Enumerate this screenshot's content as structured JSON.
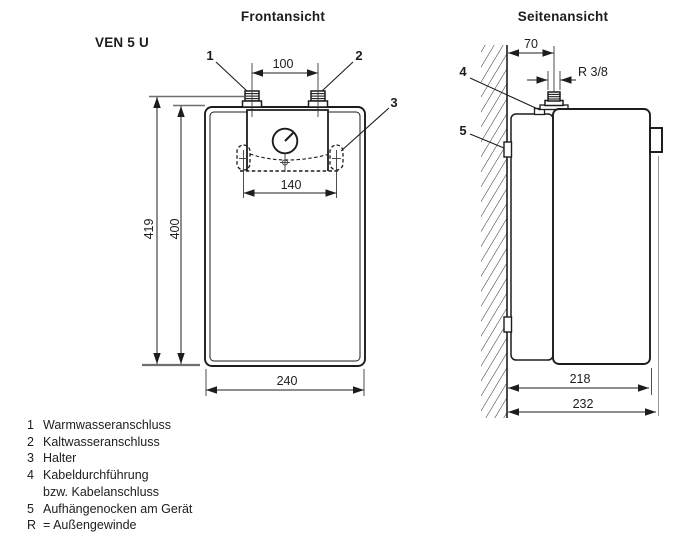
{
  "header": {
    "model": "VEN 5 U",
    "front_title": "Frontansicht",
    "side_title": "Seitenansicht"
  },
  "front": {
    "dims": {
      "pipe_spacing": "100",
      "bracket_width": "140",
      "device_width": "240",
      "height_total": "419",
      "height_body": "400"
    },
    "callouts": {
      "c1": "1",
      "c2": "2",
      "c3": "3"
    }
  },
  "side": {
    "dims": {
      "wall_offset": "70",
      "thread": "R 3/8",
      "depth_body": "218",
      "depth_total": "232"
    },
    "callouts": {
      "c4": "4",
      "c5": "5"
    }
  },
  "legend": {
    "items": [
      {
        "key": "1",
        "label": "Warmwasseranschluss"
      },
      {
        "key": "2",
        "label": "Kaltwasseranschluss"
      },
      {
        "key": "3",
        "label": "Halter"
      },
      {
        "key": "4",
        "label": "Kabeldurchführung"
      },
      {
        "key": "",
        "label": "bzw. Kabelanschluss"
      },
      {
        "key": "5",
        "label": "Aufhängenocken am Gerät"
      },
      {
        "key": "R",
        "label": "= Außengewinde"
      }
    ]
  },
  "colors": {
    "line": "#1d1d1d",
    "muted_line": "#6f6f6f",
    "background": "#ffffff"
  }
}
